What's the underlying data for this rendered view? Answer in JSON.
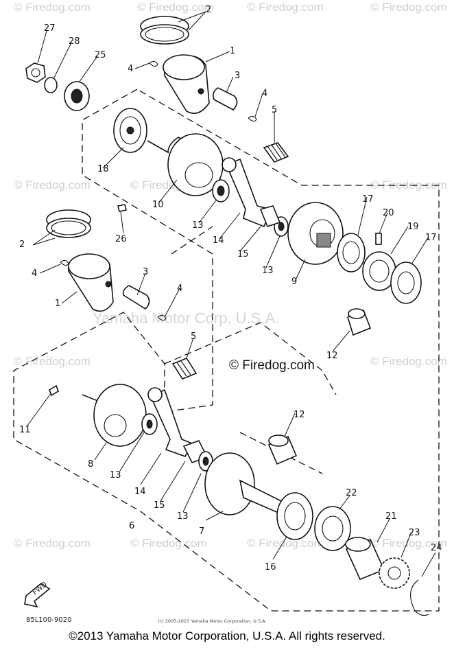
{
  "watermarks": {
    "firedog": "© Firedog.com",
    "center_watermark": "Yamaha Motor Corp, U.S.A.",
    "center_copyright": "© Firedog.com"
  },
  "drawing": {
    "code": "85L100-9020",
    "fine_print": "(c) 2005-2015 Yamaha Motor Corporation, U.S.A.",
    "fwd_arrow": "FWD"
  },
  "callouts": [
    "1",
    "2",
    "3",
    "4",
    "5",
    "6",
    "7",
    "8",
    "9",
    "10",
    "11",
    "12",
    "13",
    "14",
    "15",
    "16",
    "17",
    "18",
    "19",
    "20",
    "21",
    "22",
    "23",
    "24",
    "25",
    "26",
    "27",
    "28"
  ],
  "footer": "©2013 Yamaha Motor Corporation, U.S.A. All rights reserved."
}
